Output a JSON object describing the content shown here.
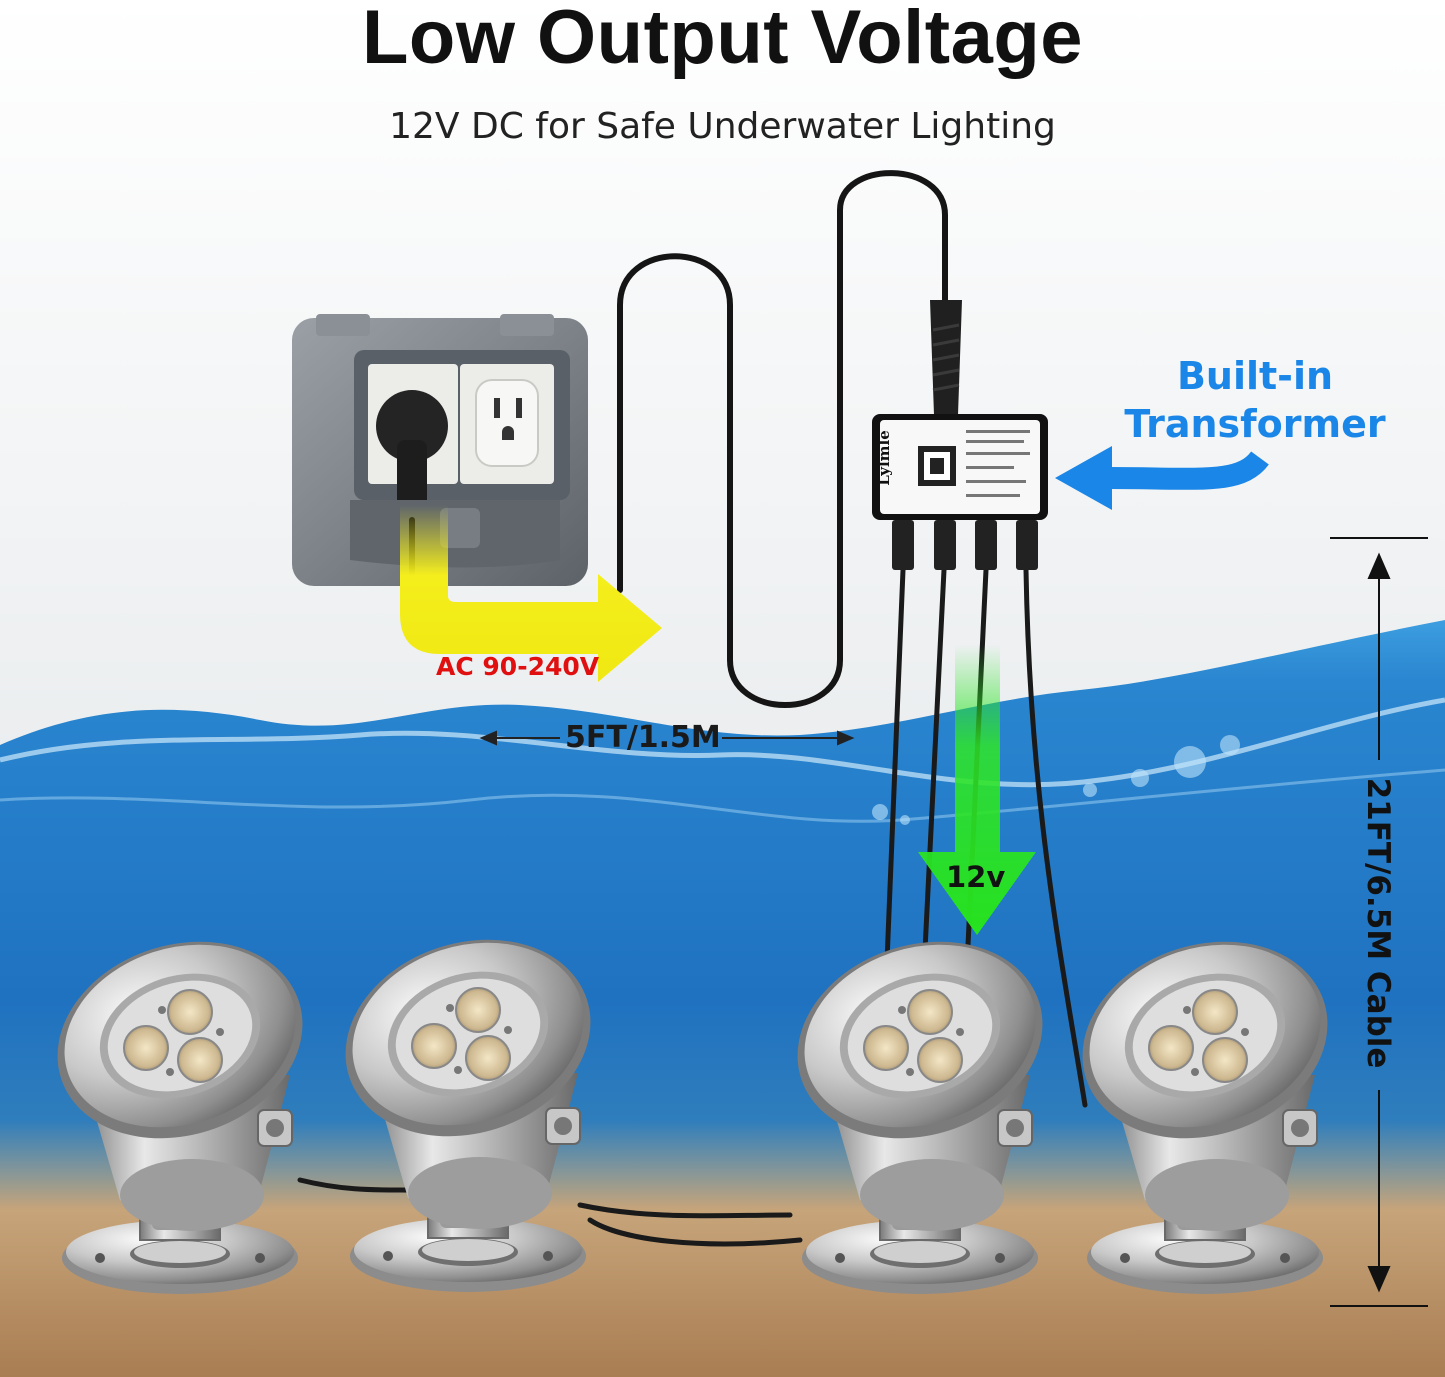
{
  "headline": "Low Output Voltage",
  "subheadline": "12V DC for Safe Underwater Lighting",
  "labels": {
    "input_voltage": "AC 90-240V",
    "cord_length": "5FT/1.5M",
    "output_voltage": "12v",
    "transformer_line1": "Built-in",
    "transformer_line2": "Transformer",
    "cable_length": "21FT/6.5M Cable"
  },
  "transformer": {
    "brand": "Lylmle"
  },
  "icons": {
    "outlet": "weatherproof-outlet-icon",
    "transformer": "transformer-box-icon",
    "lights": "spotlight-icon"
  },
  "colors": {
    "title": "#111111",
    "input_voltage": "#e01010",
    "transformer_label": "#1a86e8",
    "input_arrow": "#f4ee1c",
    "output_arrow": "#2fe628",
    "water": "#1f78c8"
  }
}
